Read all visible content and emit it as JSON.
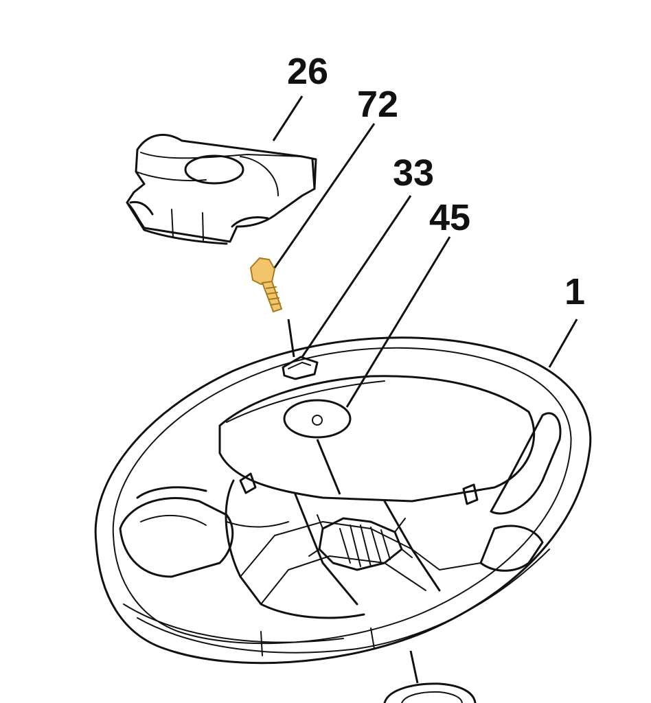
{
  "diagram": {
    "callouts": [
      {
        "id": "26",
        "label": "26"
      },
      {
        "id": "72",
        "label": "72"
      },
      {
        "id": "33",
        "label": "33"
      },
      {
        "id": "45",
        "label": "45"
      },
      {
        "id": "1",
        "label": "1"
      }
    ],
    "colors": {
      "line": "#111111",
      "bolt_fill": "#f2c46b",
      "bolt_stroke": "#a87a1e",
      "background": "#ffffff"
    }
  }
}
